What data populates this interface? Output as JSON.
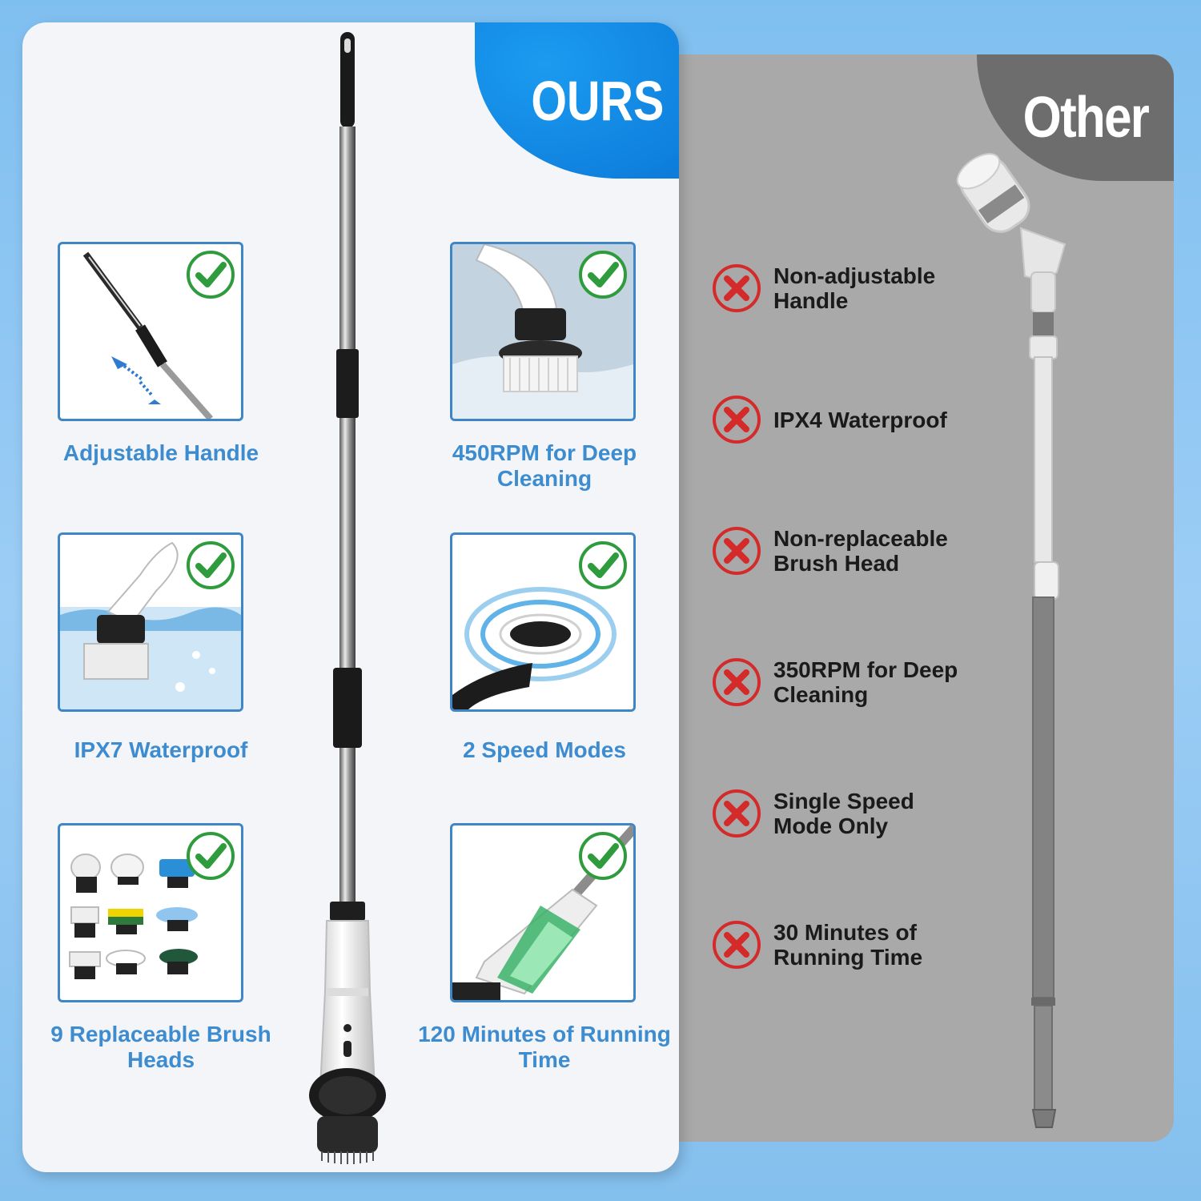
{
  "ours": {
    "title": "OURS",
    "features": [
      {
        "label": "Adjustable Handle",
        "icon": "telescopic-pole-image"
      },
      {
        "label": "450RPM for Deep Cleaning",
        "icon": "spin-brush-water-image"
      },
      {
        "label": "IPX7 Waterproof",
        "icon": "brush-in-water-image"
      },
      {
        "label": "2 Speed Modes",
        "icon": "speed-button-image"
      },
      {
        "label": "9 Replaceable Brush Heads",
        "icon": "brush-heads-set-image"
      },
      {
        "label": "120 Minutes of Running Time",
        "icon": "battery-image"
      }
    ]
  },
  "other": {
    "title": "Other",
    "drawbacks": [
      {
        "line1": "Non-adjustable",
        "line2": "Handle"
      },
      {
        "line1": "IPX4 Waterproof",
        "line2": ""
      },
      {
        "line1": "Non-replaceable",
        "line2": "Brush Head"
      },
      {
        "line1": "350RPM for Deep",
        "line2": "Cleaning"
      },
      {
        "line1": "Single Speed",
        "line2": "Mode Only"
      },
      {
        "line1": "30 Minutes of",
        "line2": "Running Time"
      }
    ]
  },
  "colors": {
    "ours_accent": "#0b78d8",
    "check_green": "#2e9c3c",
    "cross_red": "#d42a2a",
    "label_blue": "#3d8cd0",
    "other_panel": "#a9a9a9"
  }
}
